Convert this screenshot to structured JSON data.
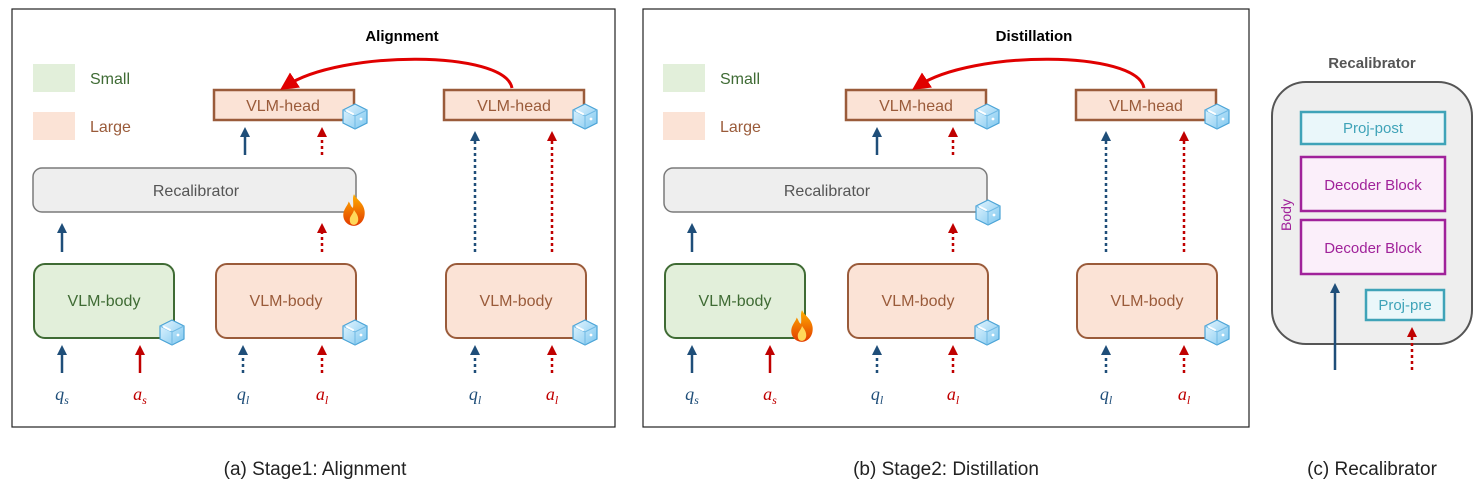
{
  "legend": {
    "small": "Small",
    "large": "Large"
  },
  "blocks": {
    "vlm_head": "VLM-head",
    "vlm_body": "VLM-body",
    "recalibrator": "Recalibrator"
  },
  "inputs": {
    "q_small": "q",
    "q_small_sub": "s",
    "a_small": "a",
    "a_small_sub": "s",
    "q_large": "q",
    "q_large_sub": "l",
    "a_large": "a",
    "a_large_sub": "l"
  },
  "panel_a": {
    "title": "Alignment",
    "caption": "(a) Stage1: Alignment"
  },
  "panel_b": {
    "title": "Distillation",
    "caption": "(b) Stage2: Distillation"
  },
  "panel_c": {
    "title": "Recalibrator",
    "caption": "(c) Recalibrator",
    "proj_post": "Proj-post",
    "decoder_1": "Decoder Block",
    "decoder_2": "Decoder Block",
    "proj_pre": "Proj-pre",
    "body_label": "Body"
  },
  "colors": {
    "small_fill": "#e2efda",
    "small_stroke": "#3f6b34",
    "large_fill": "#fbe3d6",
    "large_stroke": "#9a5b3a",
    "recal_fill": "#eeeeee",
    "recal_stroke": "#7a7a7a",
    "blue_arrow": "#1f4e79",
    "red_arrow": "#c00000",
    "proj_stroke": "#3fa3b8",
    "proj_fill": "#eaf7fa",
    "decoder_stroke": "#a0229a",
    "decoder_fill": "#fbeffa"
  },
  "icons": {
    "frozen": "ice-cube-icon",
    "trainable": "fire-icon"
  }
}
